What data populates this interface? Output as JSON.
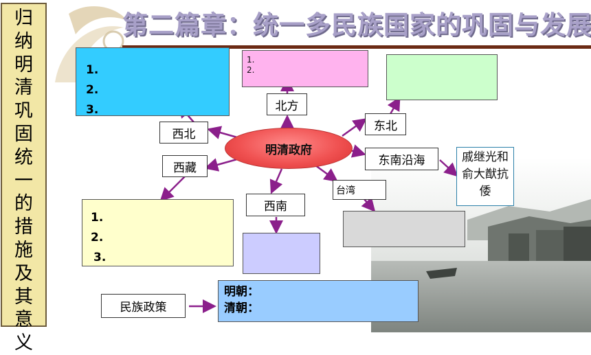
{
  "slide": {
    "title": "第二篇章：统一多民族国家的巩固与发展",
    "side_title": "归纳明清巩固统一的措施及其意义",
    "center": "明清政府",
    "labels": {
      "north": "北方",
      "northwest": "西北",
      "northeast": "东北",
      "tibet": "西藏",
      "southeast": "东南沿海",
      "southwest": "西南",
      "taiwan": "台湾"
    },
    "northwest_box": {
      "items": [
        "1.",
        "2.",
        "3."
      ]
    },
    "north_box": {
      "items": [
        "1.",
        "2."
      ]
    },
    "tibet_box": {
      "items": [
        "1.",
        "2.",
        "3."
      ]
    },
    "southeast_note": "戚继光和俞大猷抗倭",
    "policy": {
      "label": "民族政策",
      "lines": [
        "明朝：",
        "清朝："
      ]
    }
  },
  "colors": {
    "arrow": "#8b1f8b",
    "northwest_box": "#33ccff",
    "north_box": "#ffb3ee",
    "northeast_box": "#ccffcc",
    "tibet_box": "#ffffcc",
    "southwest_box": "#ccccff",
    "taiwan_box": "#d9d9d9",
    "policy_box": "#99ccff",
    "side_box": "#f2e7a6"
  }
}
